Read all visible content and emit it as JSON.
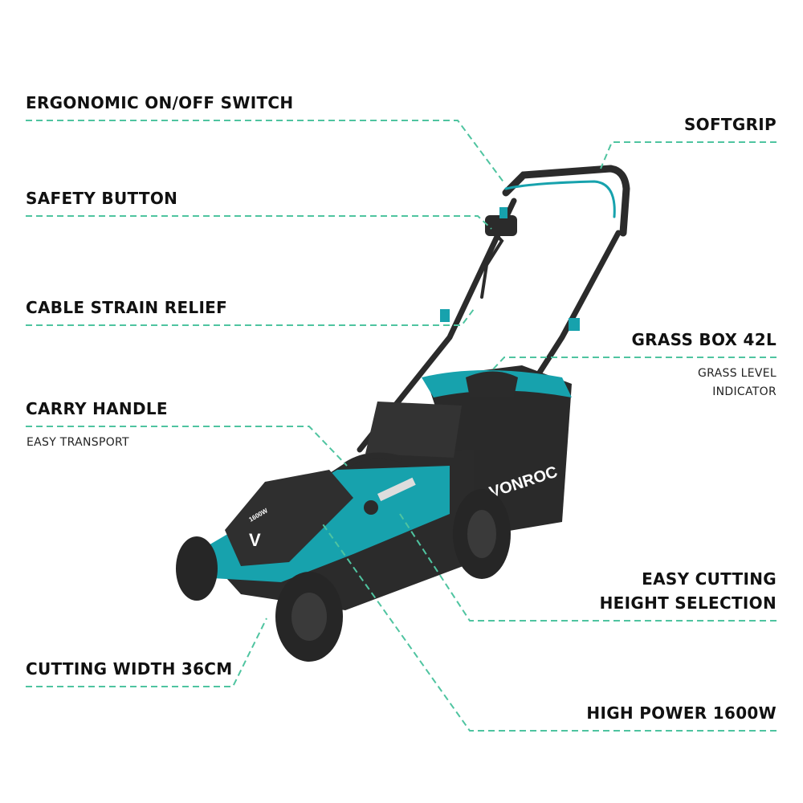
{
  "brand": "VONROC",
  "power_badge": "1600W",
  "accent_color": "#4fc4a0",
  "body_color": "#17a2ad",
  "callouts": {
    "switch": {
      "title": "ERGONOMIC ON/OFF SWITCH"
    },
    "softgrip": {
      "title": "SOFTGRIP"
    },
    "safety": {
      "title": "SAFETY BUTTON"
    },
    "cable": {
      "title": "CABLE STRAIN RELIEF"
    },
    "grassbox": {
      "title": "GRASS BOX 42L",
      "sub1": "GRASS LEVEL",
      "sub2": "INDICATOR"
    },
    "carry": {
      "title": "CARRY HANDLE",
      "sub": "EASY TRANSPORT"
    },
    "height": {
      "title1": "EASY CUTTING",
      "title2": "HEIGHT SELECTION"
    },
    "width": {
      "title": "CUTTING WIDTH 36CM"
    },
    "power": {
      "title": "HIGH POWER 1600W"
    }
  }
}
